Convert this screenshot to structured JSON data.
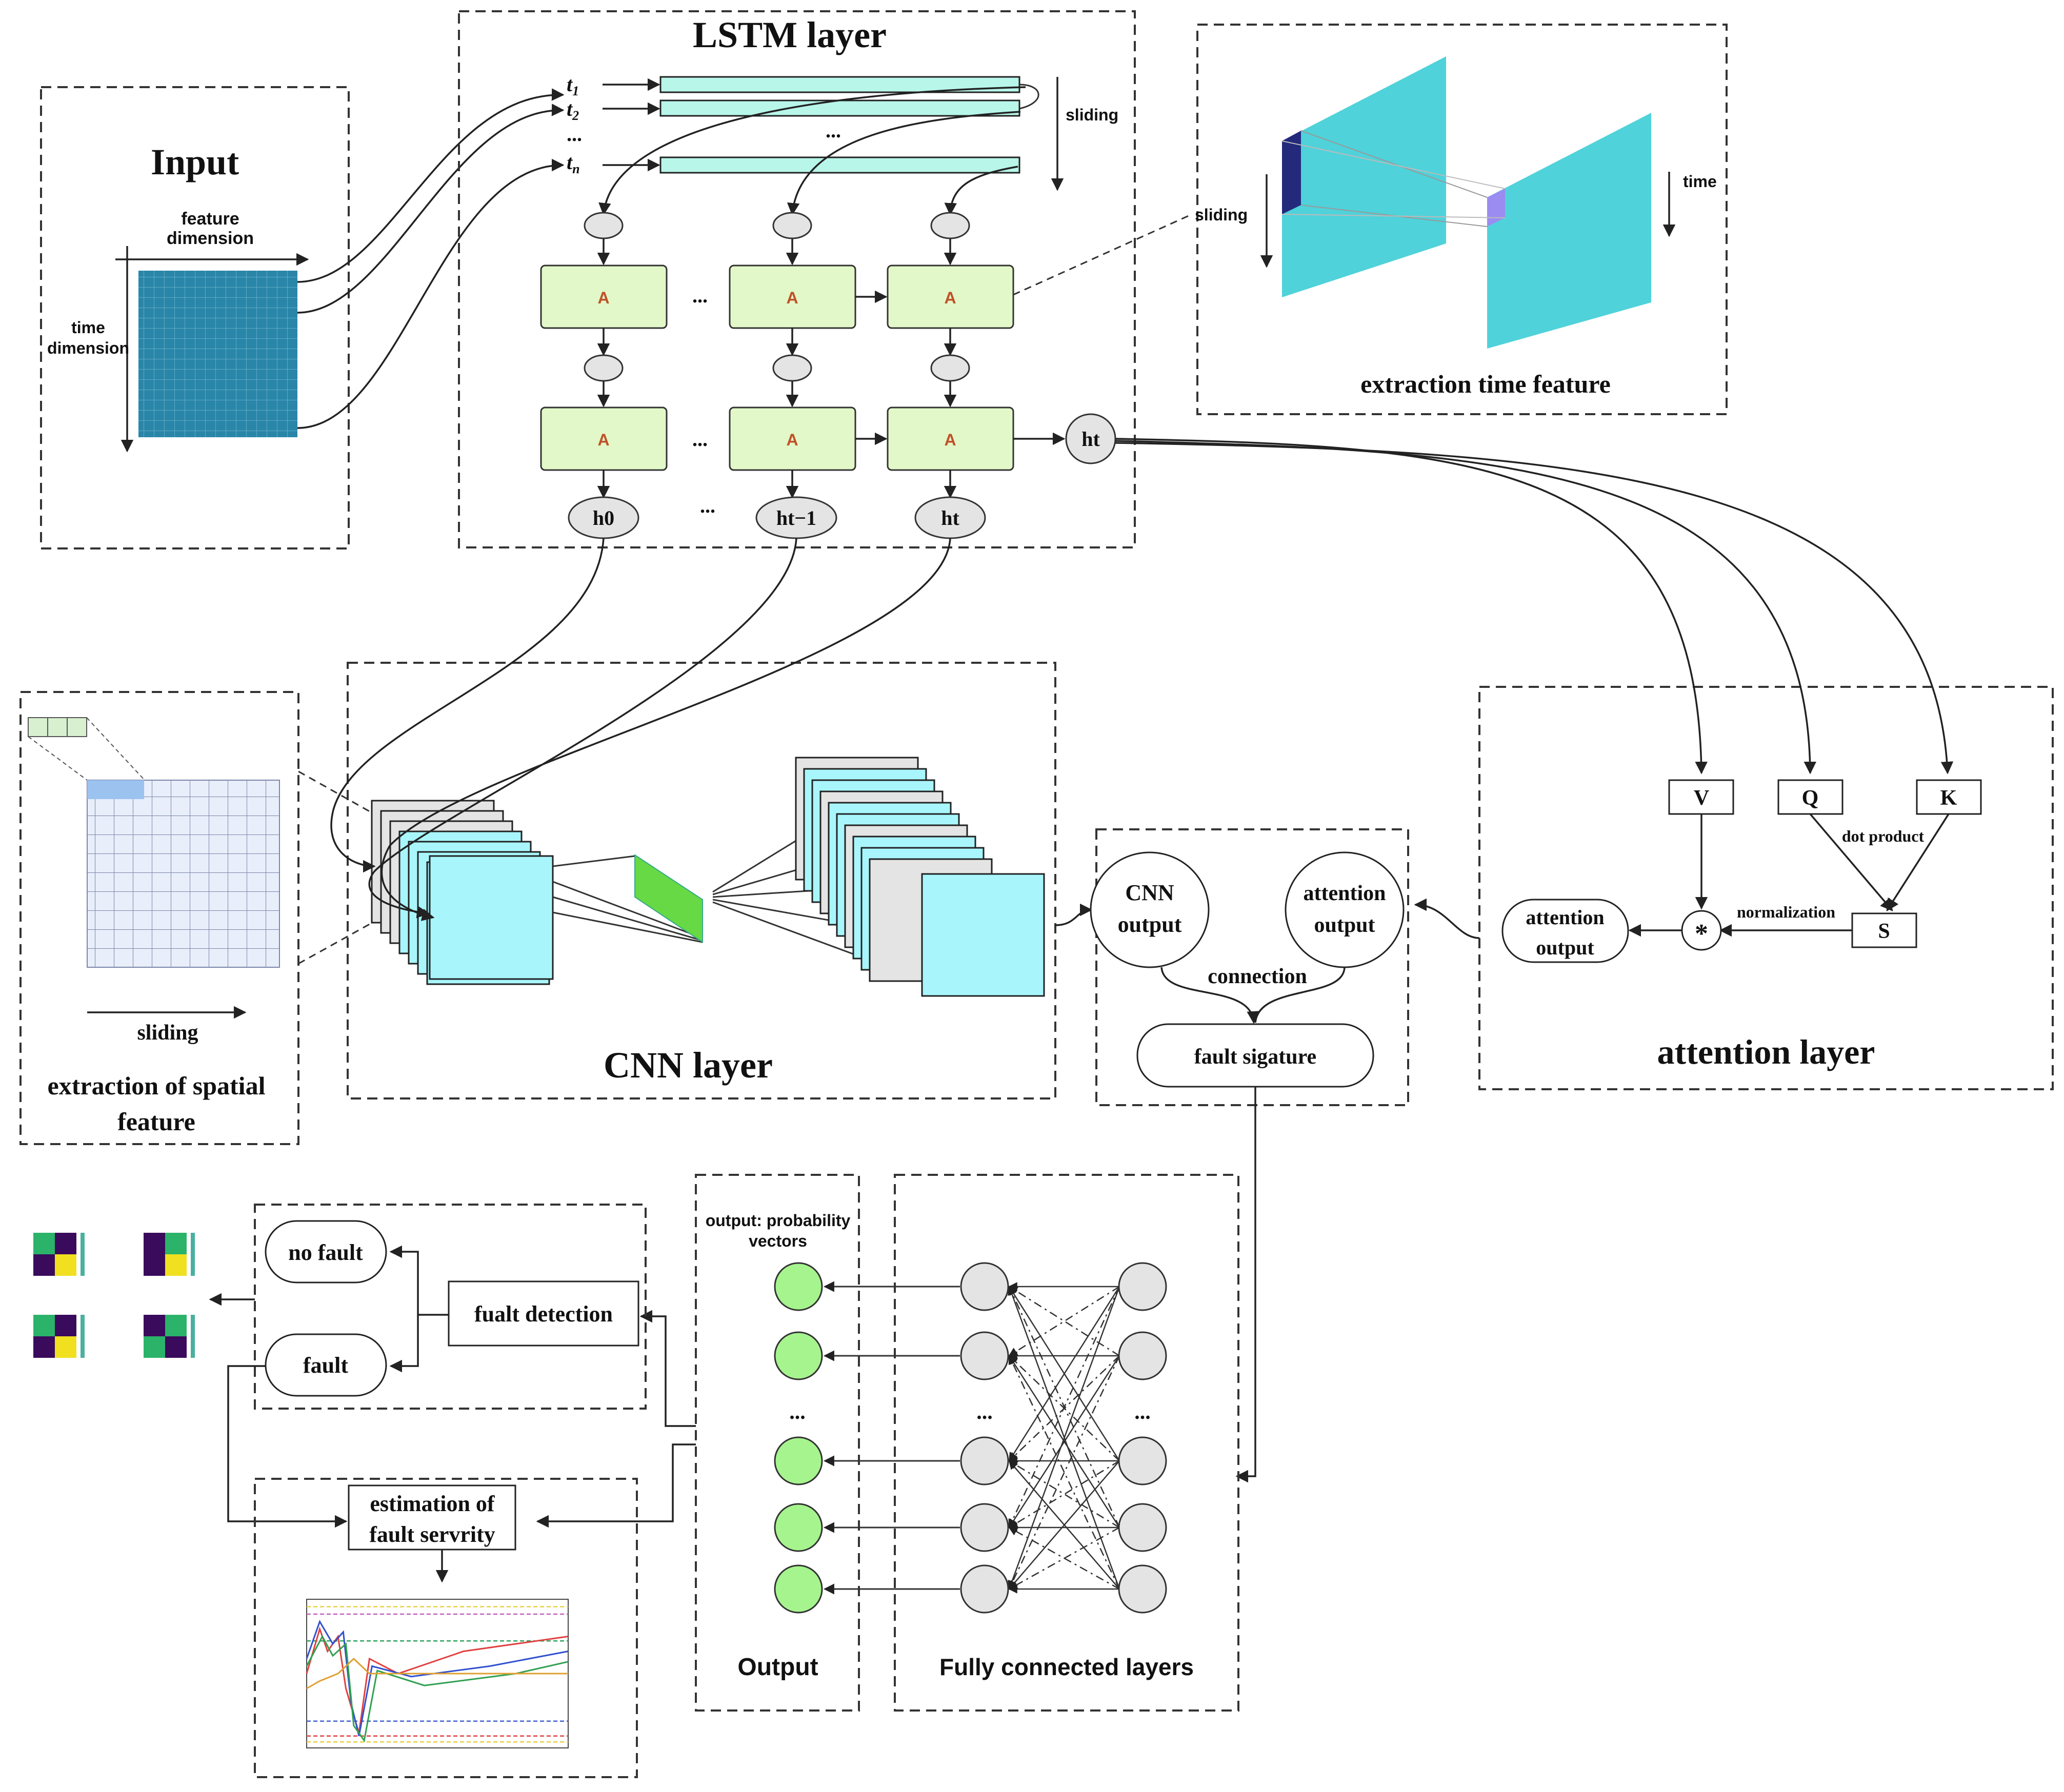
{
  "input": {
    "title": "Input",
    "feature_label_1": "feature",
    "feature_label_2": "dimension",
    "time_label_1": "time",
    "time_label_2": "dimension"
  },
  "lstm": {
    "title": "LSTM layer",
    "steps": [
      "t",
      "t",
      "t"
    ],
    "step_subs": [
      "1",
      "2",
      "n"
    ],
    "step_ellipsis": "...",
    "row_ellipsis": "...",
    "sliding": "sliding",
    "cell_label": "A",
    "ellipsis": "...",
    "outputs": [
      "h0",
      "ht−1",
      "ht"
    ],
    "final_state": "ht"
  },
  "time_feature": {
    "title": "extraction time feature",
    "sliding": "sliding",
    "time": "time"
  },
  "spatial": {
    "sliding": "sliding",
    "title_1": "extraction of spatial",
    "title_2": "feature"
  },
  "cnn": {
    "title": "CNN layer"
  },
  "merge": {
    "cnn_out_1": "CNN",
    "cnn_out_2": "output",
    "att_out_1": "attention",
    "att_out_2": "output",
    "connection": "connection",
    "signature": "fault sigature"
  },
  "attention": {
    "title": "attention layer",
    "v": "V",
    "q": "Q",
    "k": "K",
    "dot_product": "dot product",
    "normalization": "normalization",
    "s": "S",
    "multiply": "*",
    "out_1": "attention",
    "out_2": "output"
  },
  "detection": {
    "no_fault": "no fault",
    "fault": "fault",
    "detect": "fualt detection"
  },
  "severity": {
    "title_1": "estimation of",
    "title_2": "fault servrity"
  },
  "output_block": {
    "header_1": "output: probability",
    "header_2": "vectors",
    "ellipsis": "...",
    "title": "Output"
  },
  "fc": {
    "title": "Fully connected layers",
    "ellipsis": "..."
  },
  "colors": {
    "input_grid": "#2a86a8",
    "lstm_bar": "#b8f6ea",
    "lstm_cell": "#e2f8c8",
    "cell_text": "#c0522a",
    "cnn_map": "#a8f6fc",
    "cnn_map_back": "#e4e4e4",
    "time_plane": "#4fd2da",
    "node_gray": "#e4e4e4",
    "node_green": "#a6f48e",
    "spatial_grid": "#e8eefa",
    "spatial_highlight": "#9cc2f0"
  }
}
